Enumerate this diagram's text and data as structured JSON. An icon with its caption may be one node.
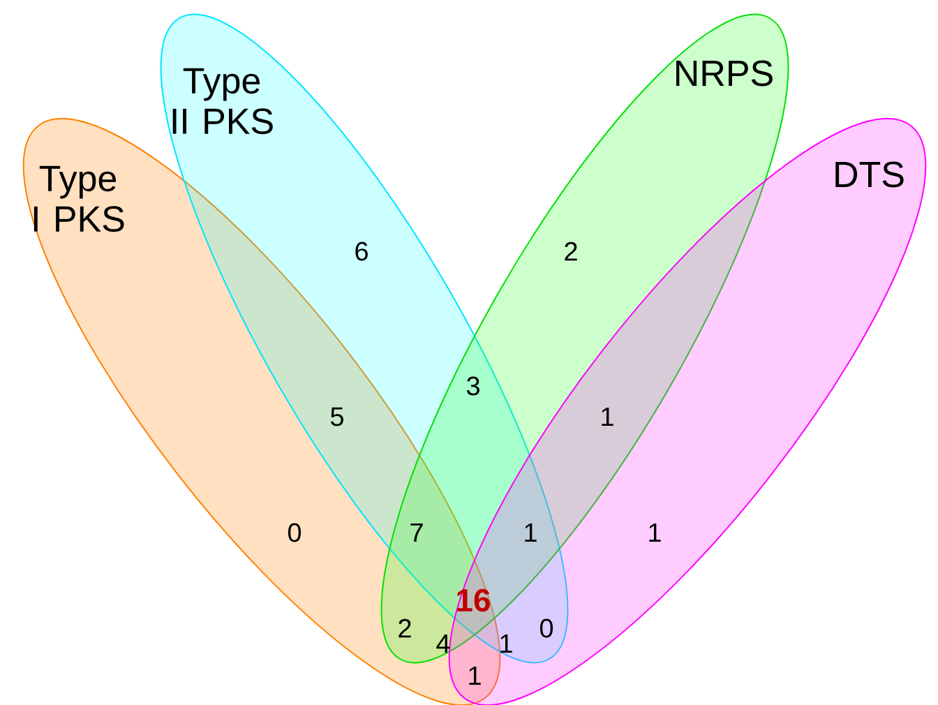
{
  "diagram": {
    "nodes": [
      {
        "text": [
          "Type I PKS"
        ]
      },
      {
        "text": [
          "Type II PKS"
        ]
      },
      {
        "text": [
          "NRPS"
        ]
      },
      {
        "text": [
          "DTS"
        ]
      }
    ],
    "labels": [
      "6",
      "2",
      "3",
      "5",
      "1",
      "0",
      "7",
      "1",
      "1",
      "16",
      "2",
      "0",
      "4",
      "1",
      "1"
    ]
  }
}
